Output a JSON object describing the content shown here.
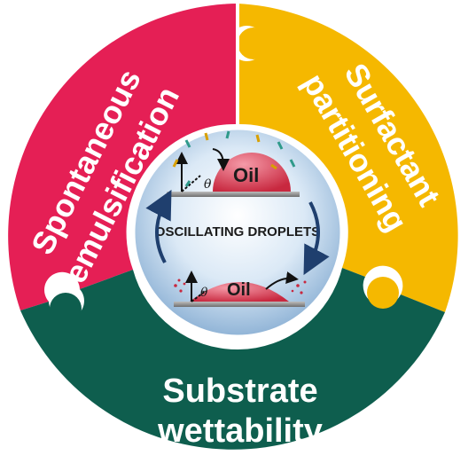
{
  "segments": {
    "left": {
      "line1": "Spontaneous",
      "line2": "emulsification",
      "color": "#e51f55"
    },
    "right": {
      "line1": "Surfactant",
      "line2": "partitioning",
      "color": "#f5b800"
    },
    "bottom": {
      "line1": "Substrate",
      "line2": "wettability",
      "color": "#0e5e4e"
    }
  },
  "center": {
    "label": "OSCILLATING DROPLETS",
    "droplet_top_label": "Oil",
    "droplet_bottom_label": "Oil",
    "angle_symbol": "θ",
    "droplet_color": "#e0405e",
    "arrow_color": "#1f3f6e"
  }
}
